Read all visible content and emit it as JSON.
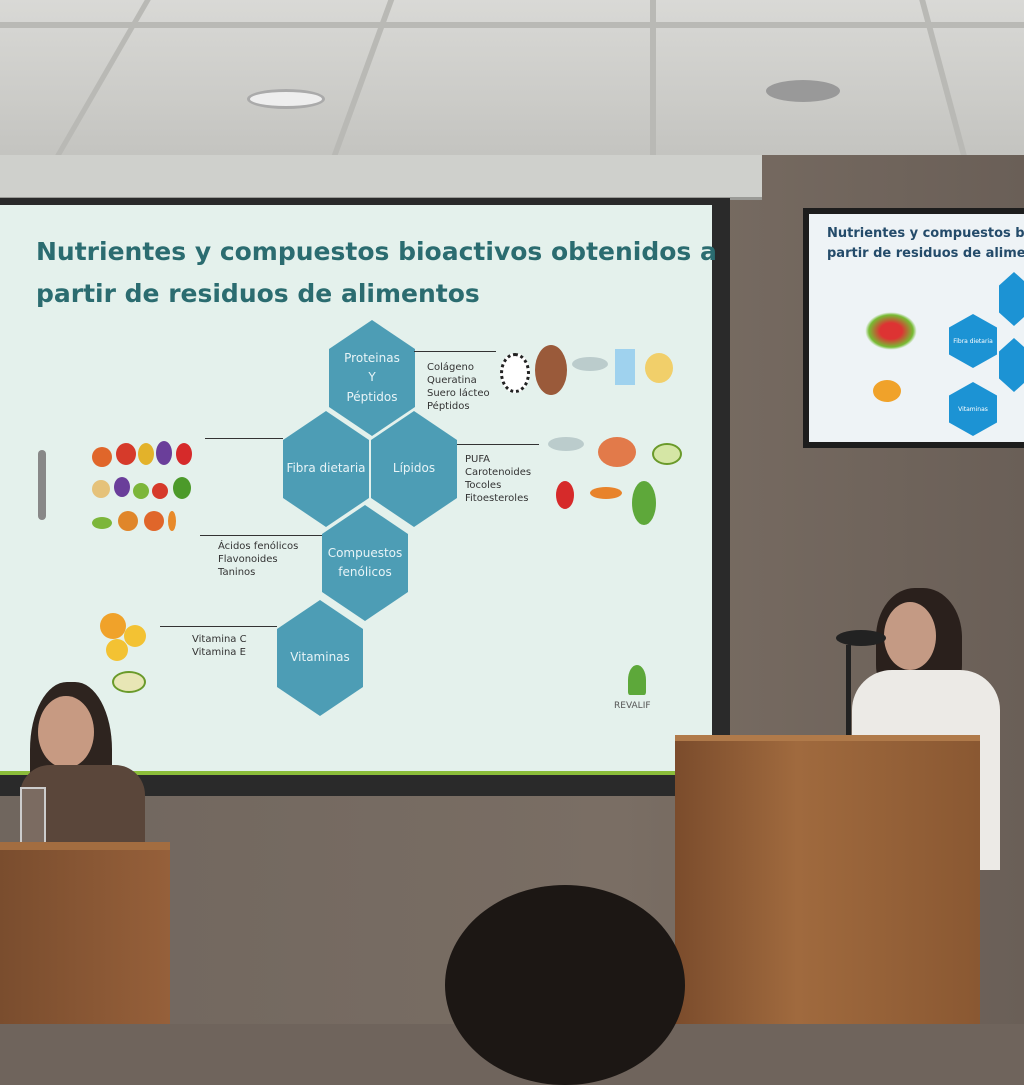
{
  "slide": {
    "title_line1": "Nutrientes y compuestos bioactivos obtenidos a",
    "title_line2": "partir de residuos de alimentos",
    "hexagons": {
      "proteinas": [
        "Proteinas",
        "Y",
        "Péptidos"
      ],
      "fibra": "Fibra dietaria",
      "lipidos": "Lípidos",
      "compuestos": [
        "Compuestos",
        "fenólicos"
      ],
      "vitaminas": "Vitaminas"
    },
    "lists": {
      "proteinas": [
        "Colágeno",
        "Queratina",
        "Suero lácteo",
        "Péptidos"
      ],
      "lipidos": [
        "PUFA",
        "Carotenoides",
        "Tocoles",
        "Fitoesteroles"
      ],
      "fenolicos": [
        "Ácidos fenólicos",
        "Flavonoides",
        "Taninos"
      ],
      "vitaminas": [
        "Vitamina C",
        "Vitamina E"
      ]
    },
    "logo": "REVALIF"
  },
  "tv": {
    "title_line1": "Nutrientes y compuestos bio",
    "title_line2": "partir de residuos de alimen",
    "hex_fibra": "Fibra dietaria",
    "hex_vitaminas": "Vitaminas"
  },
  "colors": {
    "hex": "#4d9db5",
    "title": "#2b6c70",
    "tv_hex": "#1c93d4"
  }
}
